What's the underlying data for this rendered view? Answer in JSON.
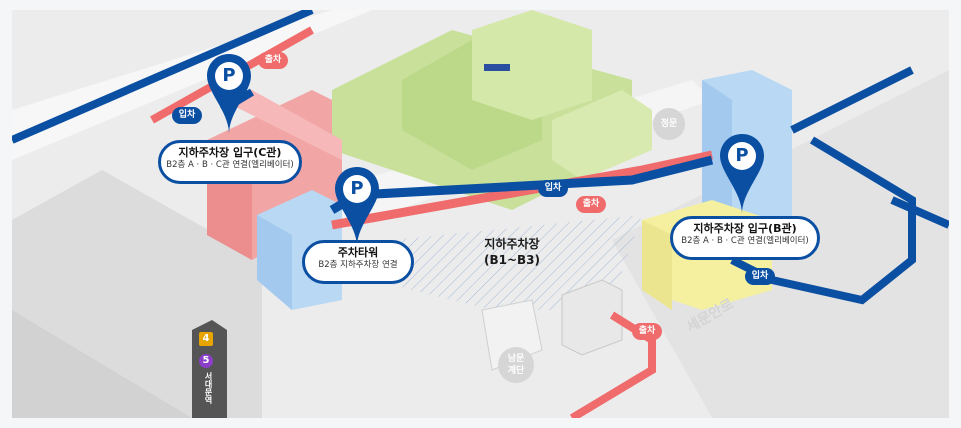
{
  "callouts": {
    "c_entrance": {
      "title": "지하주차장 입구(C관)",
      "sub": "B2층 A · B · C관 연결(엘리베이터)"
    },
    "tower": {
      "title": "주차타워",
      "sub": "B2층 지하주차장 연결"
    },
    "b_entrance": {
      "title": "지하주차장 입구(B관)",
      "sub": "B2층 A · B · C관 연결(엘리베이터)"
    }
  },
  "parking_area": {
    "line1": "지하주차장",
    "line2": "(B1~B3)"
  },
  "pills": {
    "in1": "입차",
    "out1": "출차",
    "in2": "입차",
    "out2": "출차",
    "in3": "입차",
    "out3": "출차"
  },
  "circles": {
    "main_gate": "정문",
    "south_stairs": "남문\n계단"
  },
  "road_name": "세문안로",
  "pin_letter": "P",
  "subway": {
    "line4": "4",
    "line5": "5",
    "station": "서대문역"
  },
  "colors": {
    "blue_route": "#0b4fa3",
    "red_route": "#f06b6b",
    "building_green": "#c8e09a",
    "building_blue": "#b8d8f4",
    "building_yellow": "#f4f0a0",
    "building_red": "#f1a5a5"
  }
}
